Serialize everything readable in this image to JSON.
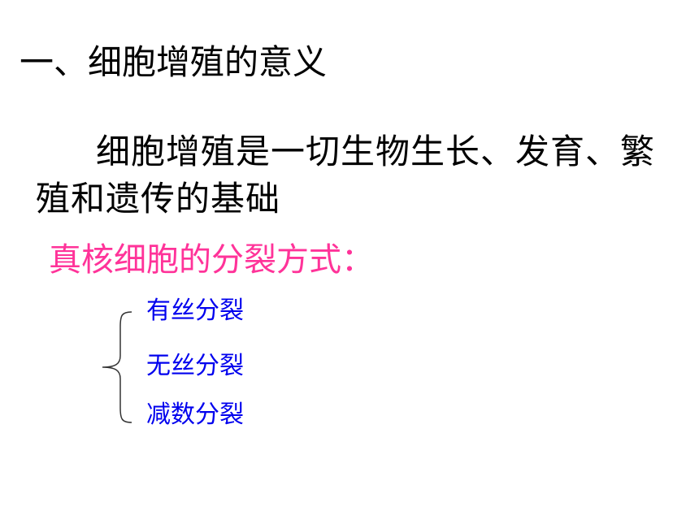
{
  "slide": {
    "heading": "一、细胞增殖的意义",
    "body_line": "细胞增殖是一切生物生长、发育、繁殖和遗传的基础",
    "subheading": "真核细胞的分裂方式：",
    "division_types": [
      "有丝分裂",
      "无丝分裂",
      "减数分裂"
    ],
    "colors": {
      "text": "#000000",
      "subheading": "#ff3399",
      "list": "#0000ee"
    }
  }
}
